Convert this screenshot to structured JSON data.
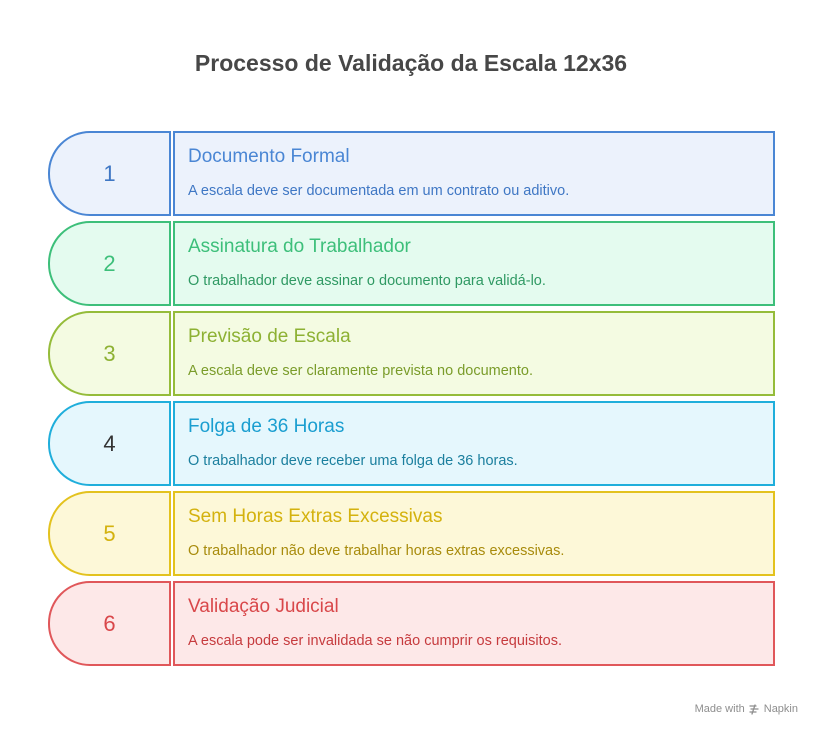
{
  "title": "Processo de Validação da Escala 12x36",
  "steps": [
    {
      "number": "1",
      "heading": "Documento Formal",
      "description": "A escala deve ser documentada em um contrato ou aditivo.",
      "colors": {
        "border": "#4a86d4",
        "fill": "#ecf2fc",
        "heading": "#4a86d4",
        "text": "#3f77c4",
        "number": "#3f77c4"
      }
    },
    {
      "number": "2",
      "heading": "Assinatura do Trabalhador",
      "description": "O trabalhador deve assinar o documento para validá-lo.",
      "colors": {
        "border": "#3dbf7a",
        "fill": "#e4fbef",
        "heading": "#3dbf7a",
        "text": "#2f9963",
        "number": "#3dbf7a"
      }
    },
    {
      "number": "3",
      "heading": "Previsão de Escala",
      "description": "A escala deve ser claramente prevista no documento.",
      "colors": {
        "border": "#95bc3a",
        "fill": "#f4fbe2",
        "heading": "#8db133",
        "text": "#7a9c2a",
        "number": "#8db133"
      }
    },
    {
      "number": "4",
      "heading": "Folga de 36 Horas",
      "description": "O trabalhador deve receber uma folga de 36 horas.",
      "colors": {
        "border": "#1faedb",
        "fill": "#e5f7fd",
        "heading": "#1a9ed0",
        "text": "#1b7f9e",
        "number": "#333333"
      }
    },
    {
      "number": "5",
      "heading": "Sem Horas Extras Excessivas",
      "description": "O trabalhador não deve trabalhar horas extras excessivas.",
      "colors": {
        "border": "#e3c21e",
        "fill": "#fdf8d8",
        "heading": "#d4b20e",
        "text": "#a88b0c",
        "number": "#d4b20e"
      }
    },
    {
      "number": "6",
      "heading": "Validação Judicial",
      "description": "A escala pode ser invalidada se não cumprir os requisitos.",
      "colors": {
        "border": "#e0575a",
        "fill": "#fde8e8",
        "heading": "#d9474a",
        "text": "#c63b3e",
        "number": "#d9474a"
      }
    }
  ],
  "footer": {
    "made_with": "Made with",
    "brand": "Napkin",
    "icon": "napkin-logo-icon"
  }
}
